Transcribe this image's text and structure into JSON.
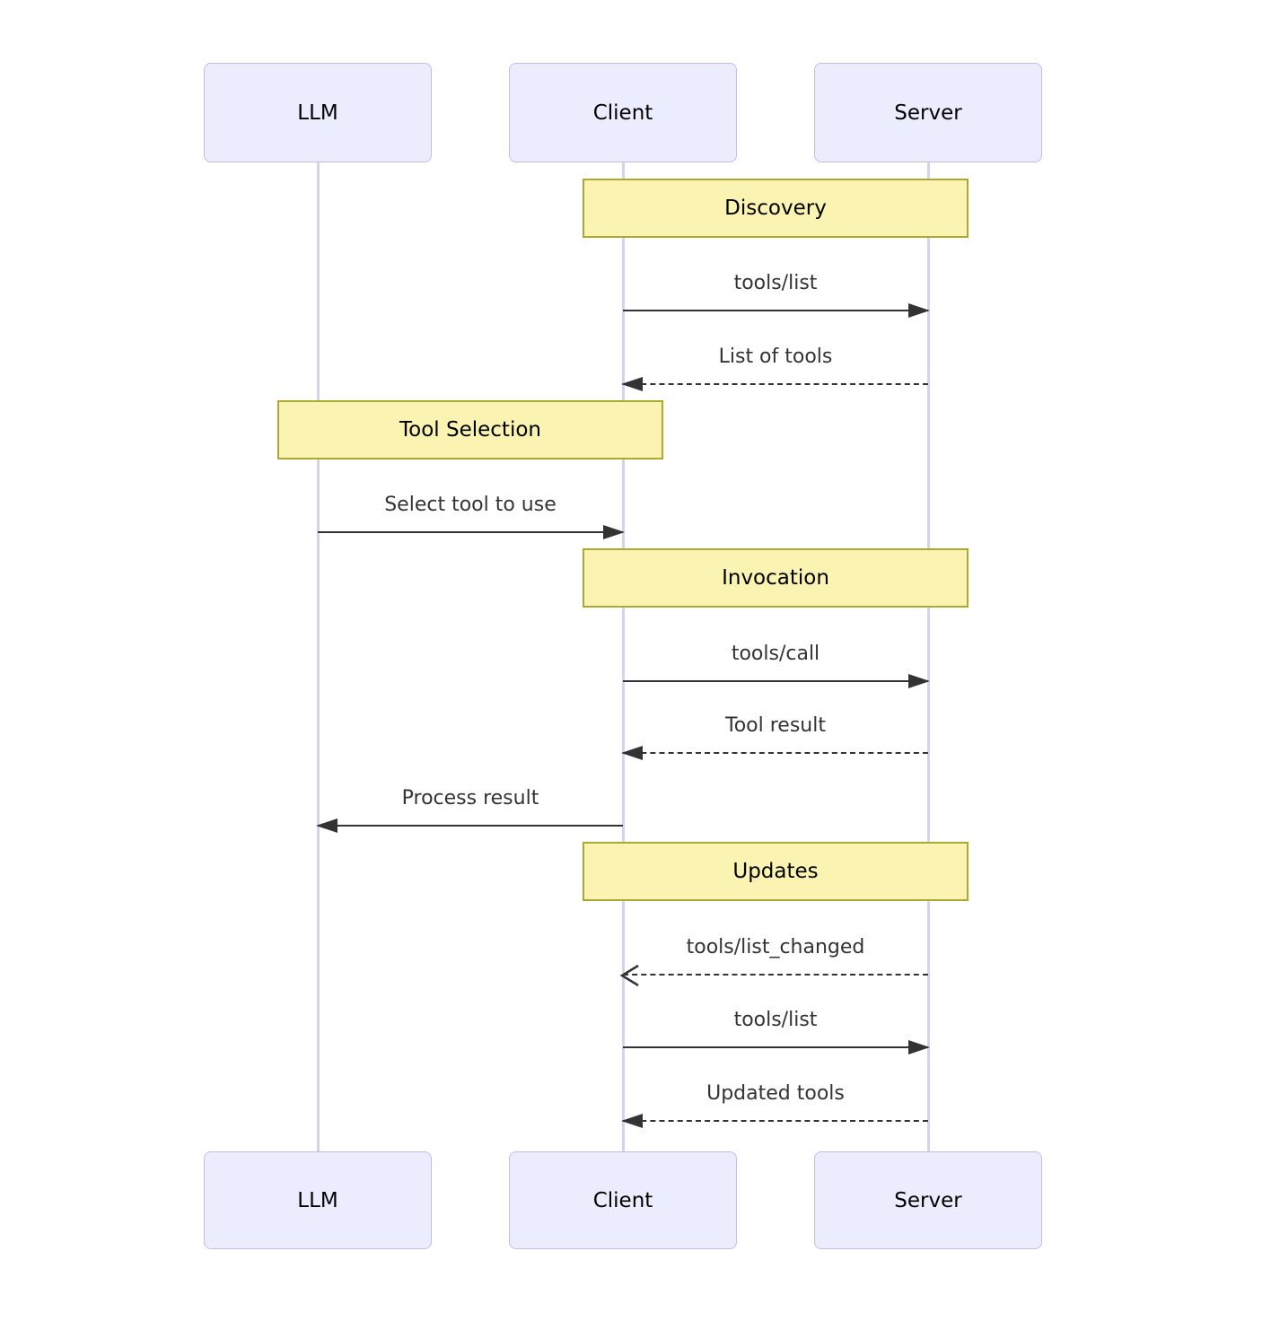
{
  "diagram": {
    "type": "sequence",
    "actors": [
      {
        "id": "llm",
        "label": "LLM"
      },
      {
        "id": "client",
        "label": "Client"
      },
      {
        "id": "server",
        "label": "Server"
      }
    ],
    "notes": [
      {
        "id": "discovery",
        "label": "Discovery",
        "over": [
          "Client",
          "Server"
        ]
      },
      {
        "id": "tool-selection",
        "label": "Tool Selection",
        "over": [
          "LLM",
          "Client"
        ]
      },
      {
        "id": "invocation",
        "label": "Invocation",
        "over": [
          "Client",
          "Server"
        ]
      },
      {
        "id": "updates",
        "label": "Updates",
        "over": [
          "Client",
          "Server"
        ]
      }
    ],
    "messages": [
      {
        "text": "tools/list",
        "from": "Client",
        "to": "Server",
        "line": "solid",
        "arrowhead": "filled"
      },
      {
        "text": "List of tools",
        "from": "Server",
        "to": "Client",
        "line": "dashed",
        "arrowhead": "filled"
      },
      {
        "text": "Select tool to use",
        "from": "LLM",
        "to": "Client",
        "line": "solid",
        "arrowhead": "filled"
      },
      {
        "text": "tools/call",
        "from": "Client",
        "to": "Server",
        "line": "solid",
        "arrowhead": "filled"
      },
      {
        "text": "Tool result",
        "from": "Server",
        "to": "Client",
        "line": "dashed",
        "arrowhead": "filled"
      },
      {
        "text": "Process result",
        "from": "Client",
        "to": "LLM",
        "line": "solid",
        "arrowhead": "filled"
      },
      {
        "text": "tools/list_changed",
        "from": "Server",
        "to": "Client",
        "line": "dashed",
        "arrowhead": "open"
      },
      {
        "text": "tools/list",
        "from": "Client",
        "to": "Server",
        "line": "solid",
        "arrowhead": "filled"
      },
      {
        "text": "Updated tools",
        "from": "Server",
        "to": "Client",
        "line": "dashed",
        "arrowhead": "filled"
      }
    ],
    "colors": {
      "actor_fill": "#ECECFF",
      "actor_border": "#C5BCE6",
      "note_fill": "#FAF3B1",
      "note_border": "#AAAA33",
      "lifeline": "#D8D2EC",
      "message": "#333333",
      "background": "#FFFFFF"
    }
  }
}
